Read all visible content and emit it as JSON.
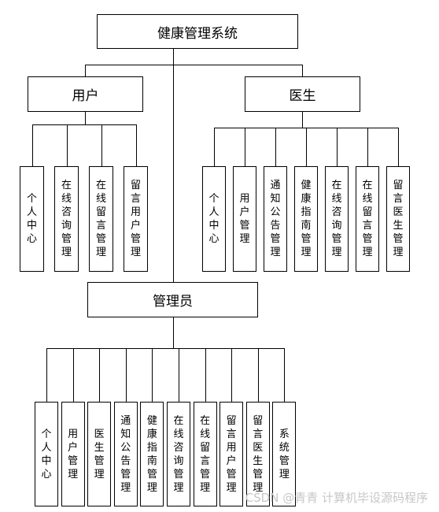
{
  "root": "健康管理系统",
  "user": {
    "label": "用户",
    "children": [
      "个人中心",
      "在线咨询管理",
      "在线留言管理",
      "留言用户管理"
    ]
  },
  "doctor": {
    "label": "医生",
    "children": [
      "个人中心",
      "用户管理",
      "通知公告管理",
      "健康指南管理",
      "在线咨询管理",
      "在线留言管理",
      "留言医生管理"
    ]
  },
  "admin": {
    "label": "管理员",
    "children": [
      "个人中心",
      "用户管理",
      "医生管理",
      "通知公告管理",
      "健康指南管理",
      "在线咨询管理",
      "在线留言管理",
      "留言用户管理",
      "留言医生管理",
      "系统管理"
    ]
  },
  "watermark": "CSDN @青青  计算机毕设源码程序"
}
